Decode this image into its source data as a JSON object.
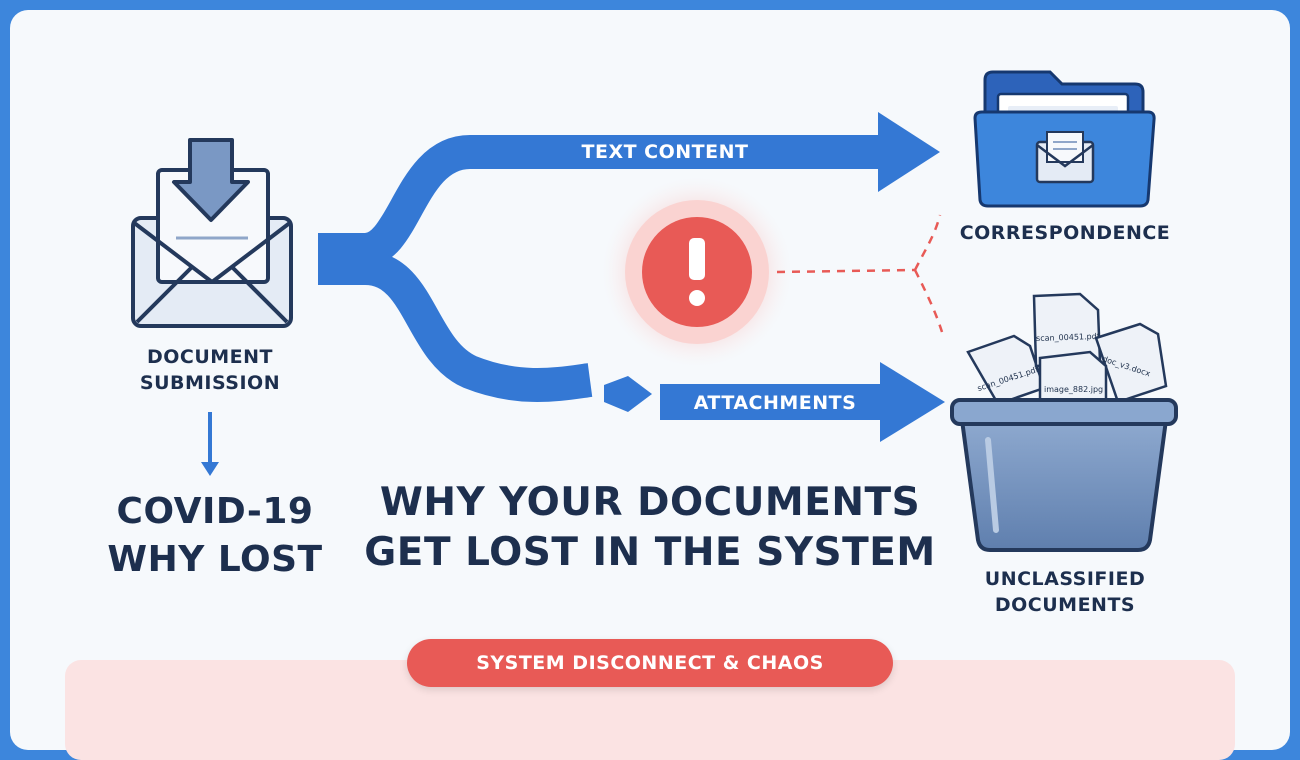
{
  "source": {
    "label": "Document Submission"
  },
  "branches": {
    "top": {
      "label": "Text Content"
    },
    "bottom": {
      "label": "Attachments"
    }
  },
  "destinations": {
    "folder": {
      "label": "Correspondence"
    },
    "bin": {
      "label": "Unclassified Documents"
    }
  },
  "files": [
    "scan_00451.pdf",
    "scan_00451.pdf",
    "doc_v3.docx",
    "image_882.jpg"
  ],
  "side_note": {
    "text": "COVID-19 WHY LOST"
  },
  "headline": {
    "text": "WHY YOUR DOCUMENTS GET LOST IN THE SYSTEM"
  },
  "banner": {
    "label": "SYSTEM DISCONNECT & CHAOS"
  },
  "colors": {
    "frame": "#3d86dc",
    "flow": "#3478d4",
    "alert": "#e85a56",
    "text": "#1d2f4e"
  }
}
